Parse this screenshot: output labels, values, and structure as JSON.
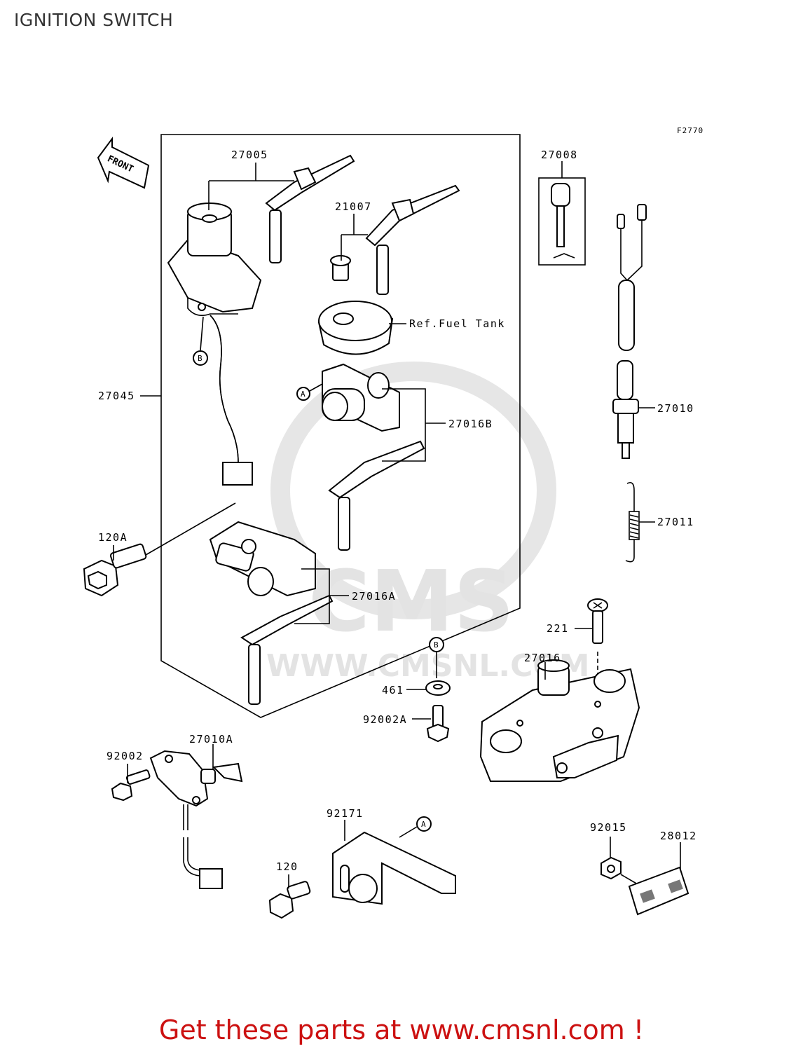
{
  "title": "IGNITION SWITCH",
  "figure_code": "F2770",
  "front_label": "FRONT",
  "footer_text": "Get these parts at www.cmsnl.com !",
  "watermark": {
    "logo": "CMS",
    "url": "WWW.CMSNL.COM"
  },
  "callout_a": "A",
  "callout_b": "B",
  "labels": {
    "p27005": "27005",
    "p21007": "21007",
    "p27008": "27008",
    "ref_fuel_tank": "Ref.Fuel Tank",
    "p27045": "27045",
    "p27010": "27010",
    "p27016B": "27016B",
    "p27011": "27011",
    "p120A": "120A",
    "p27016A": "27016A",
    "p221": "221",
    "p27016": "27016",
    "p461": "461",
    "p92002A": "92002A",
    "p92002": "92002",
    "p27010A": "27010A",
    "p92171": "92171",
    "p120": "120",
    "p92015": "92015",
    "p28012": "28012"
  },
  "colors": {
    "footer": "#cc1111",
    "line": "#000000",
    "watermark": "#e3e3e3"
  }
}
